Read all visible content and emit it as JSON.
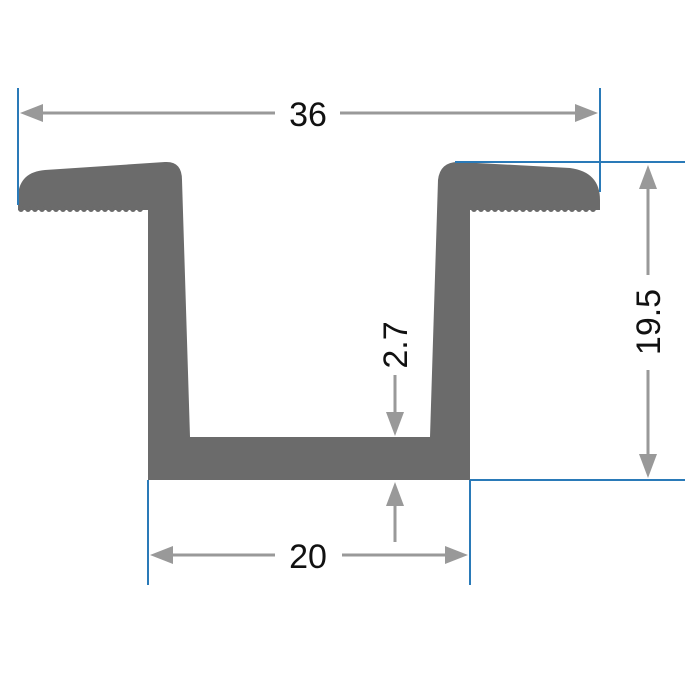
{
  "dimensions": {
    "overall_width": "36",
    "height": "19.5",
    "base_thickness": "2.7",
    "channel_width": "20"
  },
  "colors": {
    "profile": "#6b6b6b",
    "dimension_line": "#999999",
    "extension_line": "#2a7ab8"
  }
}
